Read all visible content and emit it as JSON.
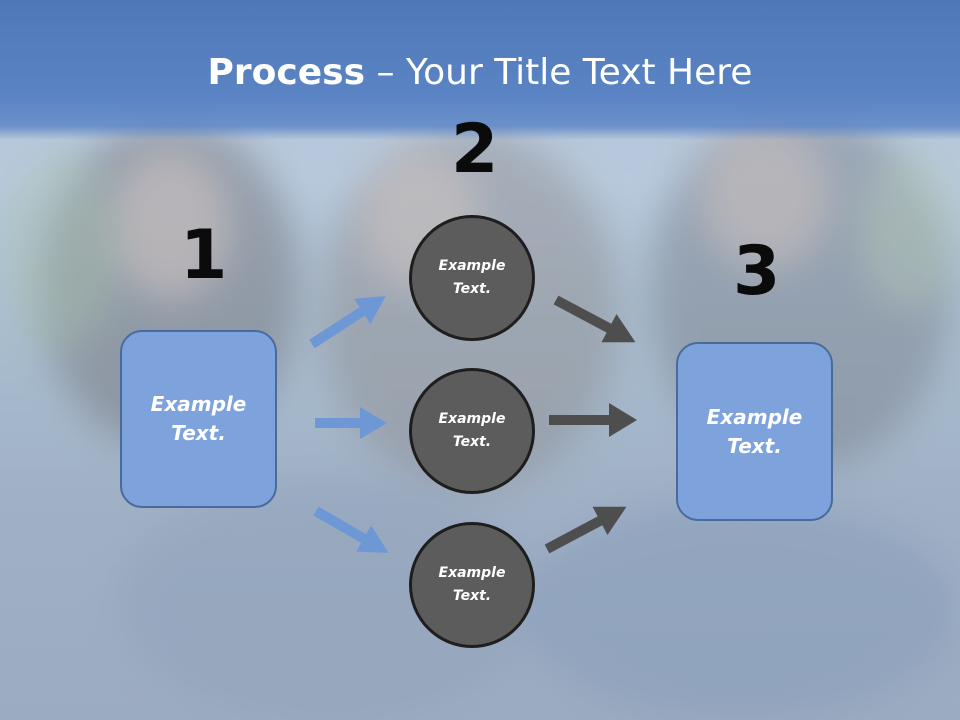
{
  "title": {
    "bold": "Process",
    "rest": " – Your Title Text Here"
  },
  "steps": [
    {
      "number": "1",
      "line1": "Example",
      "line2": "Text."
    },
    {
      "number": "2",
      "line1": "Example",
      "line2": "Text."
    },
    {
      "number": "3",
      "line1": "Example",
      "line2": "Text."
    }
  ],
  "circles": [
    {
      "line1": "Example",
      "line2": "Text."
    },
    {
      "line1": "Example",
      "line2": "Text."
    },
    {
      "line1": "Example",
      "line2": "Text."
    }
  ],
  "colors": {
    "title_bar": "#5b84c4",
    "box_fill": "#7ea3dc",
    "circle_fill": "#5c5c5c",
    "blue_arrow": "#6e97d6",
    "gray_arrow": "#4e4e4e"
  }
}
